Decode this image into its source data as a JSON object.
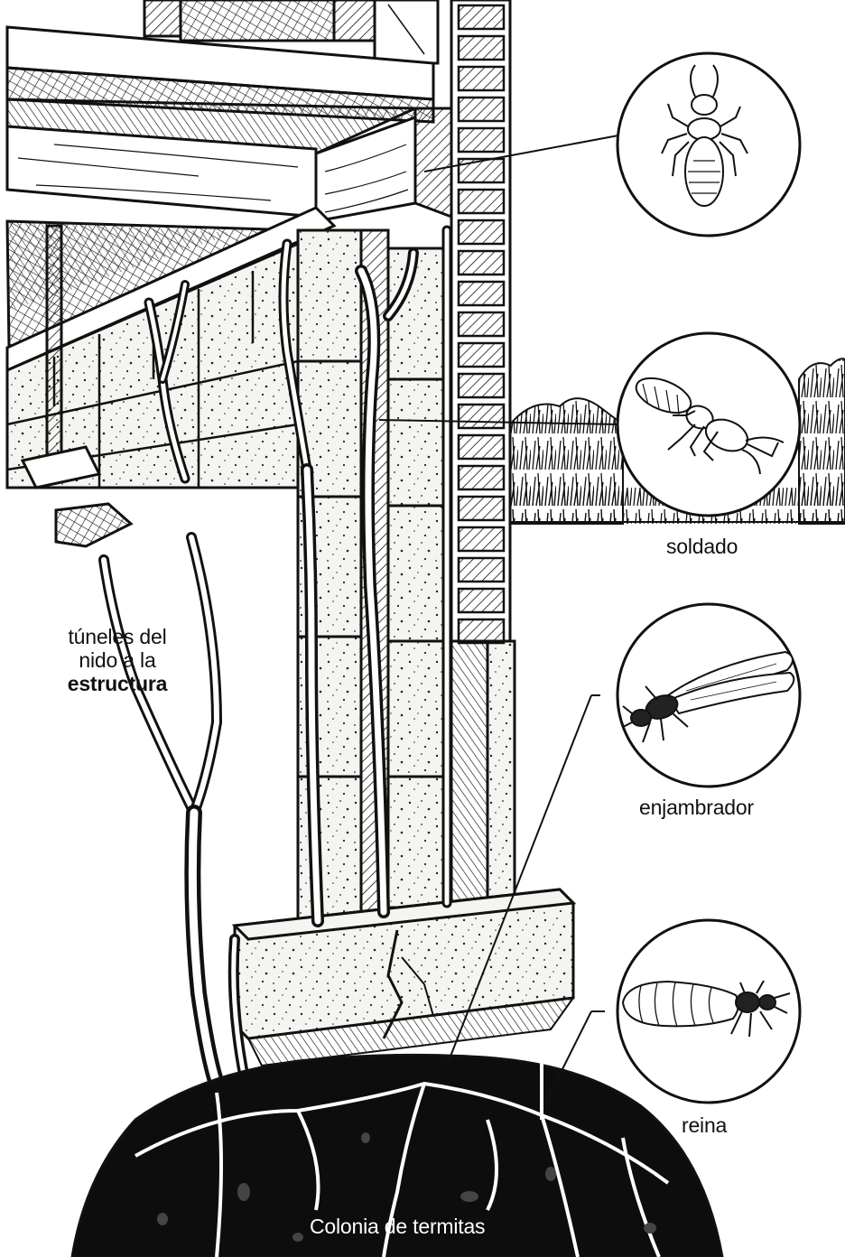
{
  "labels": {
    "soldado": "soldado",
    "enjambrador": "enjambrador",
    "reina": "reina",
    "tuneles_line1": "túneles del",
    "tuneles_line2": "nido a la",
    "tuneles_line3": "estructura",
    "colonia": "Colonia de termitas"
  },
  "colors": {
    "ink": "#111111",
    "paper": "#ffffff",
    "block": "#f4f4f0",
    "soil": "#0d0d0d"
  },
  "icons": [
    "worker-termite-icon",
    "soldier-termite-icon",
    "swarmer-termite-icon",
    "queen-termite-icon"
  ]
}
